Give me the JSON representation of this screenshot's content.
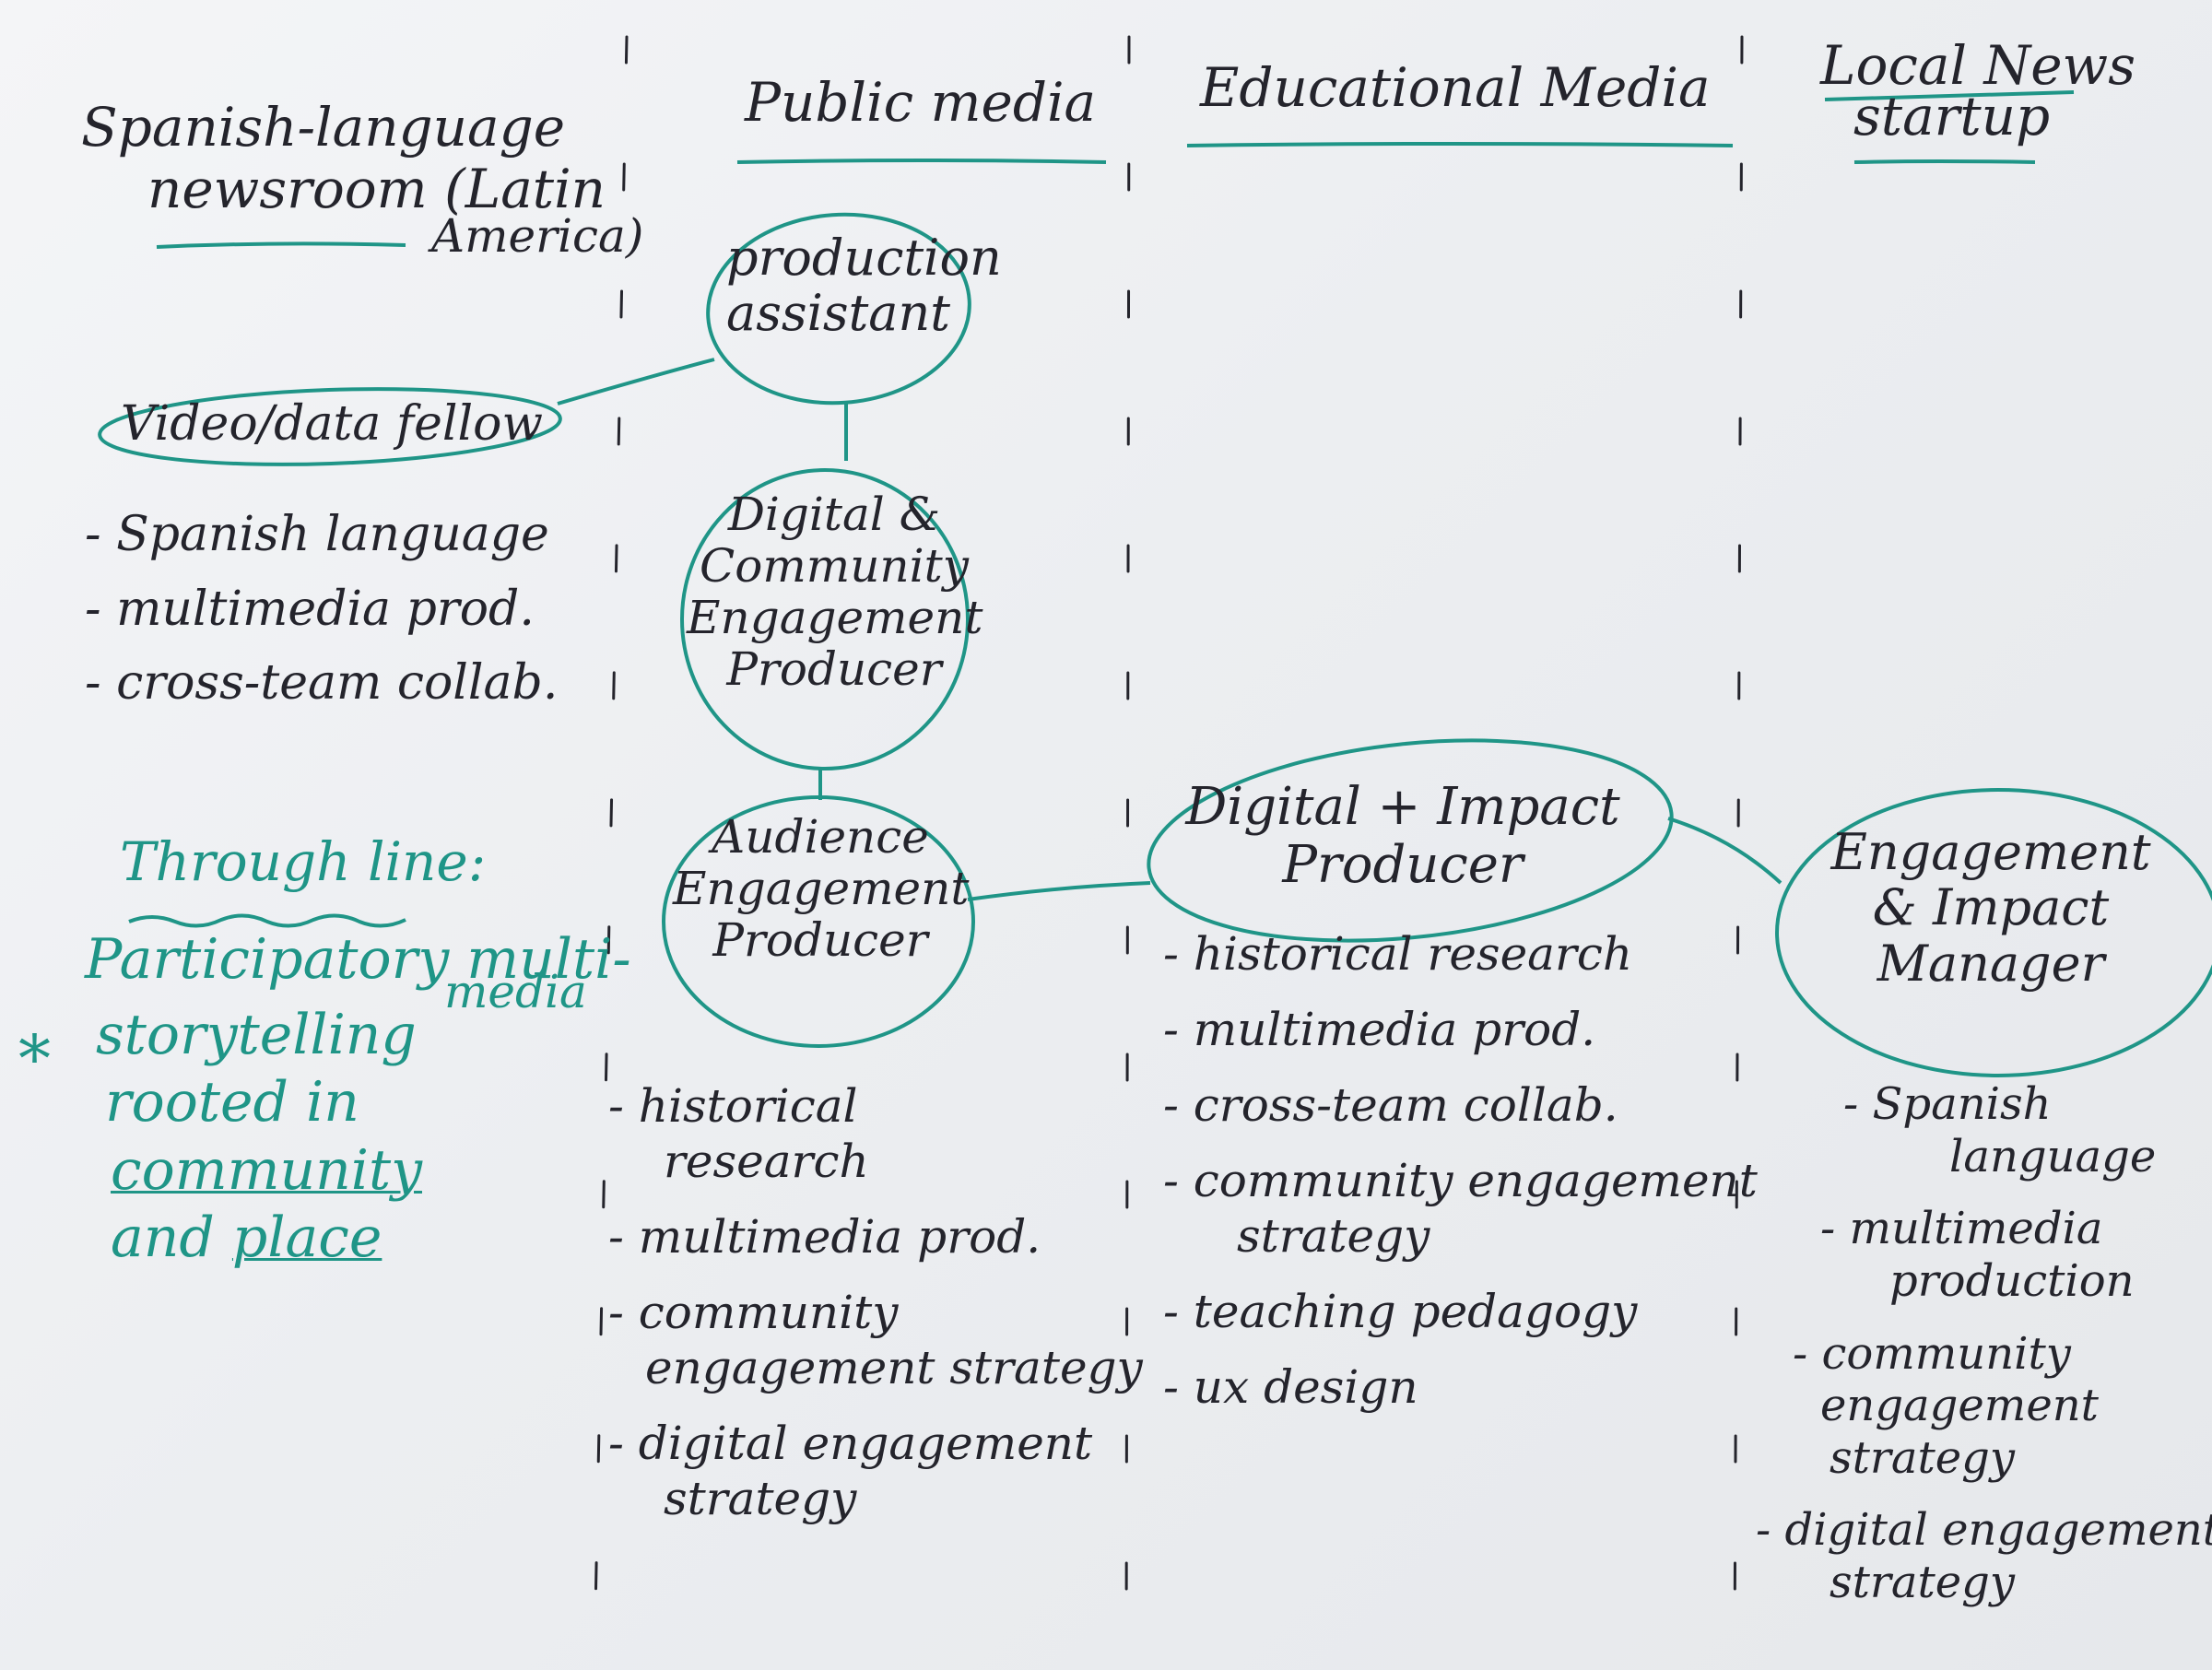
{
  "columns": [
    {
      "heading": [
        "Spanish-language",
        "newsroom (Latin",
        "America)"
      ]
    },
    {
      "heading": [
        "Public media"
      ]
    },
    {
      "heading": [
        "Educational Media"
      ]
    },
    {
      "heading": [
        "Local News",
        "startup"
      ]
    }
  ],
  "roles": {
    "video_data_fellow": "Video/data fellow",
    "production_assistant": [
      "production",
      "assistant"
    ],
    "digital_community": [
      "Digital &",
      "Community",
      "Engagement",
      "Producer"
    ],
    "audience_engagement": [
      "Audience",
      "Engagement",
      "Producer"
    ],
    "digital_impact": [
      "Digital + Impact",
      "Producer"
    ],
    "engagement_impact": [
      "Engagement",
      "& Impact",
      "Manager"
    ]
  },
  "skills": {
    "spanish_newsroom": [
      "- Spanish language",
      "- multimedia prod.",
      "- cross-team collab."
    ],
    "public_media": [
      "- historical",
      "research",
      "- multimedia prod.",
      "- community",
      "engagement strategy",
      "- digital engagement",
      "strategy"
    ],
    "educational_media": [
      "- historical research",
      "- multimedia prod.",
      "- cross-team collab.",
      "- community engagement",
      "strategy",
      "- teaching pedagogy",
      "- ux design"
    ],
    "local_news": [
      "- Spanish",
      "language",
      "- multimedia",
      "production",
      "- community",
      "engagement",
      "strategy",
      "- digital engagement",
      "strategy"
    ]
  },
  "through_line": {
    "heading": "Through line:",
    "lines": [
      "Participatory multi-",
      "media",
      "storytelling",
      "rooted in",
      "community",
      "and",
      "place"
    ],
    "star": "*"
  },
  "colors": {
    "teal_ink": "#1f9587",
    "black_ink": "#24242c",
    "paper": "#eef0f2"
  }
}
